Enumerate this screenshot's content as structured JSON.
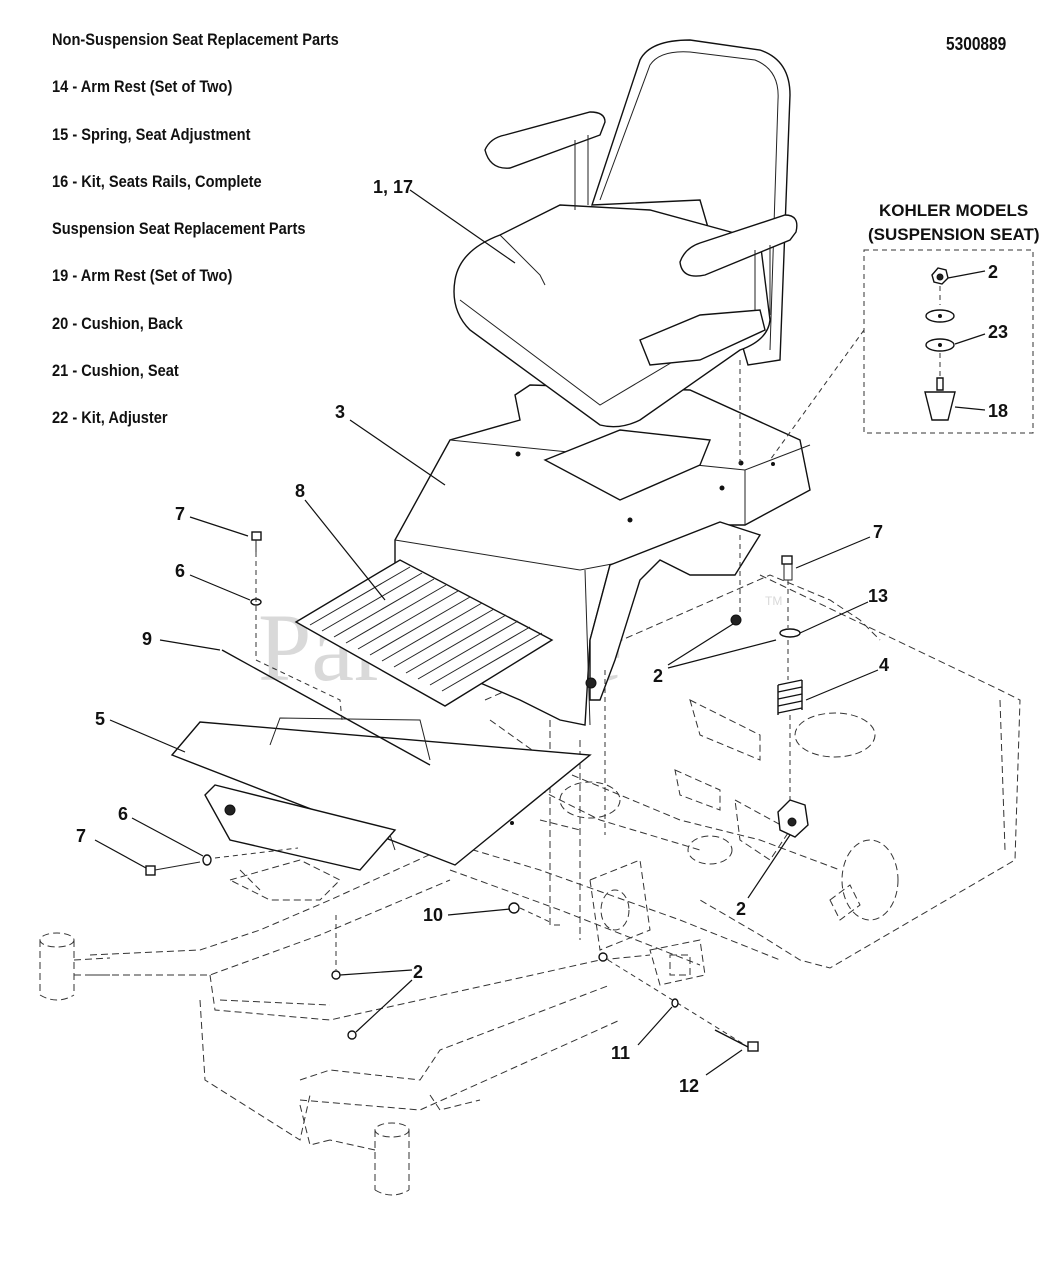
{
  "diagram_id": "5300889",
  "legend": [
    "Non-Suspension Seat Replacement Parts",
    "14 - Arm Rest (Set of Two)",
    "15 - Spring, Seat Adjustment",
    "16 - Kit, Seats Rails, Complete",
    "Suspension Seat Replacement Parts",
    "19 - Arm Rest (Set of Two)",
    "20 - Cushion, Back",
    "21 - Cushion, Seat",
    "22 - Kit, Adjuster"
  ],
  "inset": {
    "title_line1": "KOHLER MODELS",
    "title_line2": "(SUSPENSION SEAT)",
    "labels": {
      "nut": "2",
      "washer": "23",
      "bumper": "18"
    }
  },
  "callouts": {
    "seat": "1, 17",
    "pan": "3",
    "footmat": "8",
    "bolt_left": "7",
    "washer_left": "6",
    "strip": "9",
    "floor_plate": "5",
    "washer_low": "6",
    "bolt_low": "7",
    "nut_right": "2",
    "bolt_right": "7",
    "washer_right": "13",
    "spring": "4",
    "nut_bottom": "2",
    "bolt_10": "10",
    "nut_frame": "2",
    "washer_11": "11",
    "bolt_12": "12"
  },
  "watermark": "PartsTree",
  "watermark_tm": "TM"
}
